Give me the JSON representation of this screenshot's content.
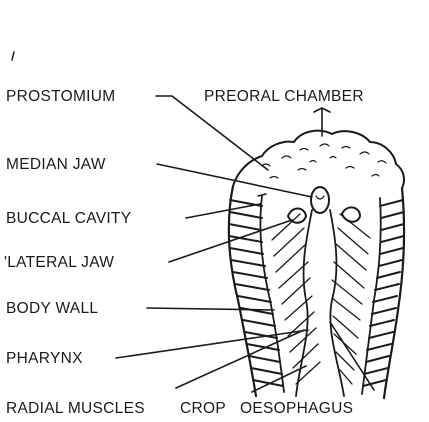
{
  "labels": {
    "prostomium": "PROSTOMIUM",
    "preoral_chamber": "PREORAL CHAMBER",
    "median_jaw": "MEDIAN JAW",
    "buccal_cavity": "BUCCAL CAVITY",
    "lateral_jaw": "'LATERAL JAW",
    "body_wall": "BODY WALL",
    "pharynx": "PHARYNX",
    "radial_muscles": "RADIAL MUSCLES",
    "crop": "CROP",
    "oesophagus": "OESOPHAGUS"
  },
  "colors": {
    "ink": "#1a1a1a",
    "background": "#ffffff"
  }
}
